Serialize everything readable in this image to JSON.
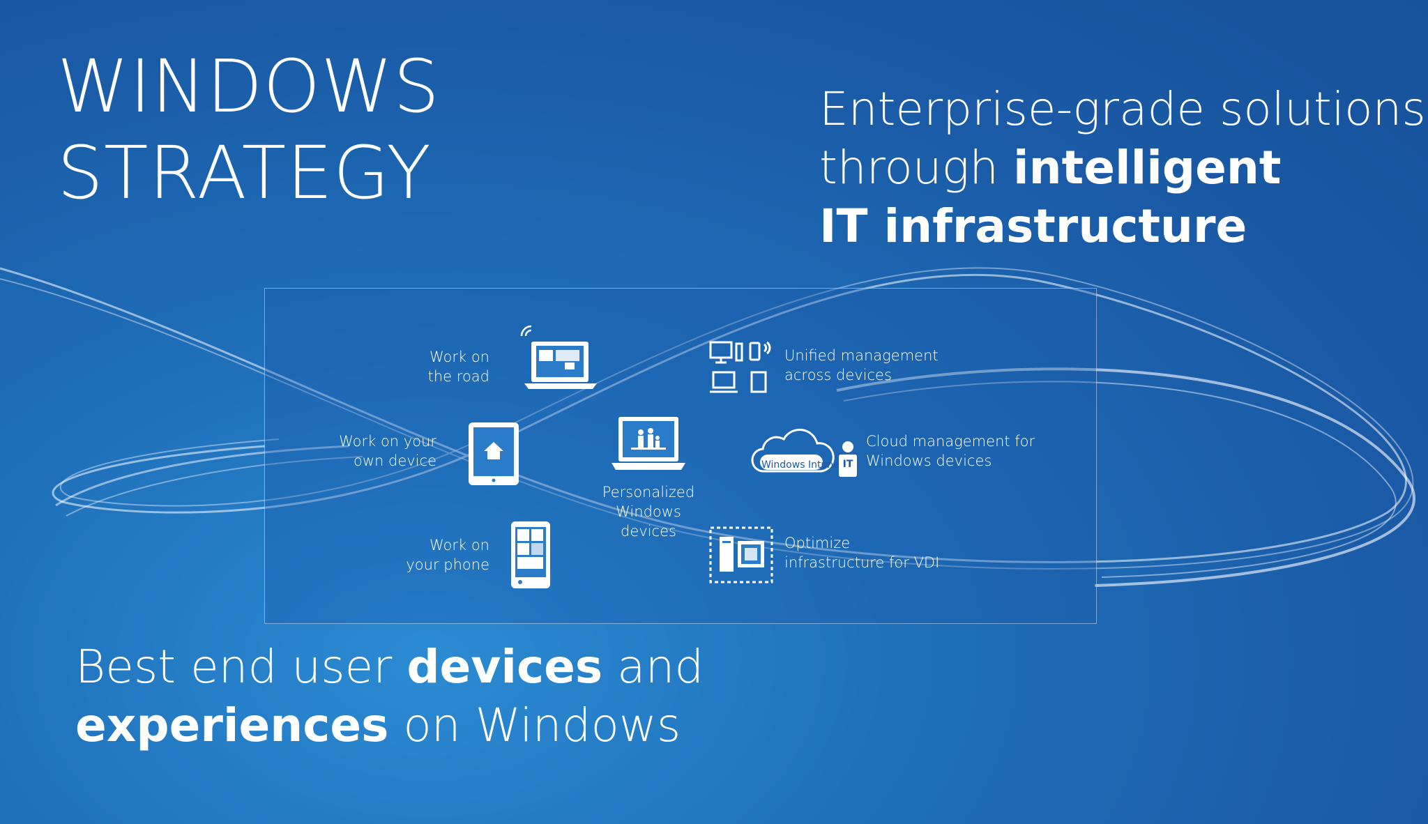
{
  "title": {
    "line1": "WINDOWS",
    "line2": "STRATEGY"
  },
  "enterprise": {
    "line1": "Enterprise-grade solutions",
    "line2_normal": "through ",
    "line2_bold": "intelligent",
    "line3_bold": "IT infrastructure"
  },
  "enduser": {
    "line1_normal": "Best end user ",
    "line1_bold": "devices",
    "line1_end": " and",
    "line2_bold": "experiences",
    "line2_end": " on Windows"
  },
  "diagram": {
    "work_road": [
      "Work on",
      "the road"
    ],
    "work_device": [
      "Work on your",
      "own device"
    ],
    "work_phone": [
      "Work on",
      "your phone"
    ],
    "personalized": [
      "Personalized",
      "Windows",
      "devices"
    ],
    "unified": [
      "Unified management",
      "across devices"
    ],
    "cloud": [
      "Cloud management for",
      "Windows devices"
    ],
    "cloud_badge": "Windows Intune",
    "it_badge": "IT",
    "vdi": [
      "Optimize",
      "infrastructure for VDI"
    ]
  },
  "icons": {
    "work_road": "laptop-wifi-icon",
    "work_device": "tablet-home-icon",
    "work_phone": "phone-tiles-icon",
    "personalized": "laptop-family-icon",
    "unified": "multi-device-icon",
    "cloud": "cloud-icon",
    "it_user": "it-user-icon",
    "vdi": "server-vdi-icon"
  },
  "colors": {
    "background": "#1a5aa6",
    "text": "#ffffff"
  }
}
